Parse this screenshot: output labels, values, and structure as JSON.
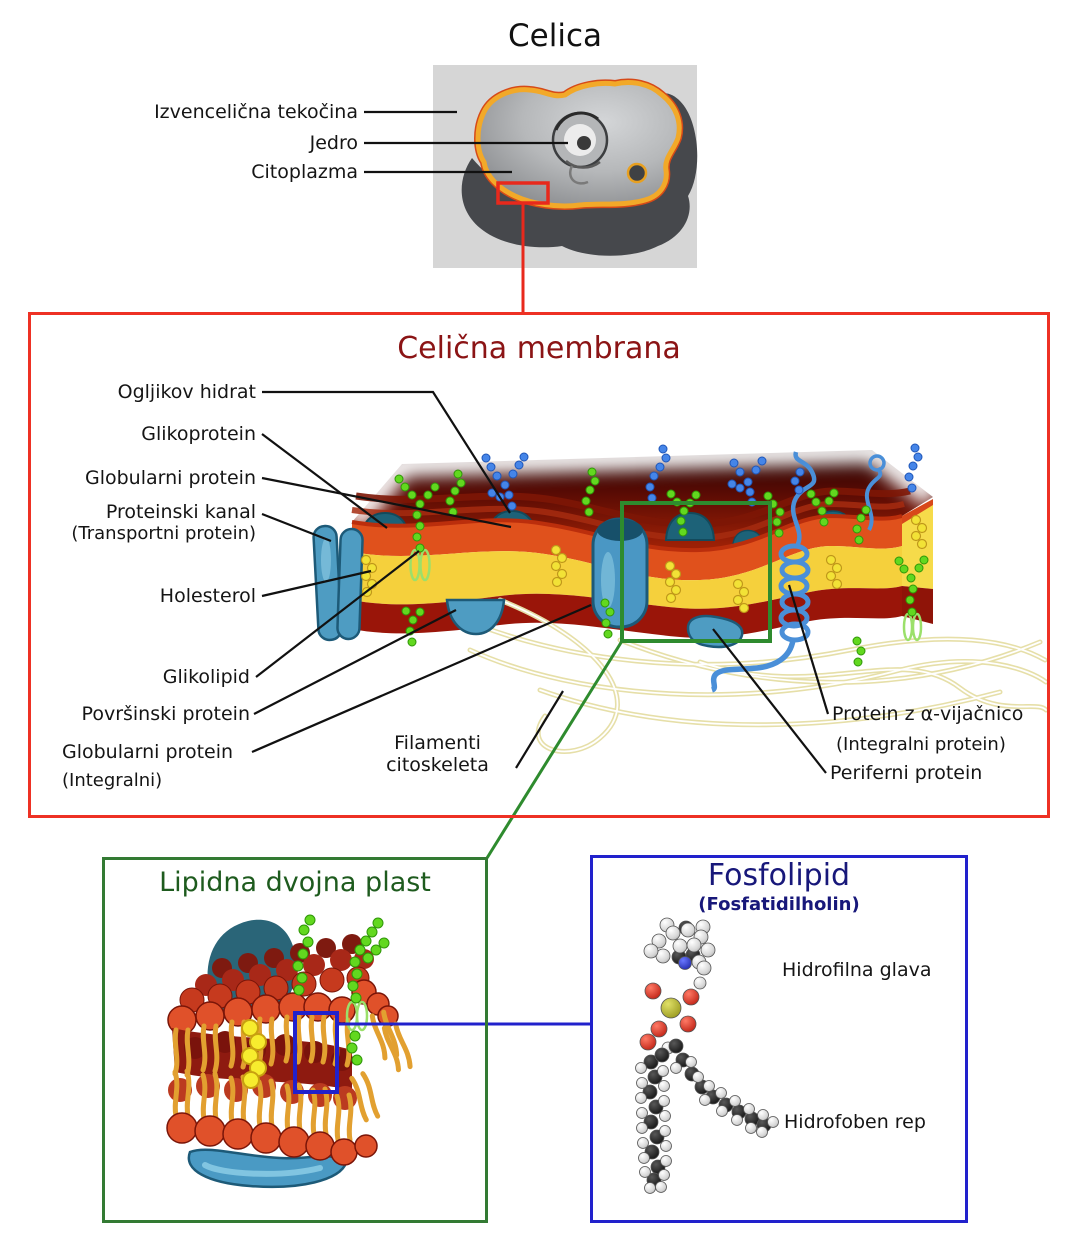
{
  "figure_title": "Celica",
  "cell": {
    "labels": {
      "extracellular_fluid": "Izvencelična tekočina",
      "nucleus": "Jedro",
      "cytoplasm": "Citoplazma"
    }
  },
  "membrane": {
    "title": "Celična membrana",
    "labels": {
      "carbohydrate": "Ogljikov hidrat",
      "glycoprotein": "Glikoprotein",
      "globular_protein": "Globularni protein",
      "protein_channel": "Proteinski kanal",
      "protein_channel_sub": "(Transportni protein)",
      "cholesterol": "Holesterol",
      "glycolipid": "Glikolipid",
      "surface_protein": "Površinski protein",
      "globular_protein_integral": "Globularni protein",
      "globular_protein_integral_sub": "(Integralni)",
      "cytoskeleton_filaments": "Filamenti citoskeleta",
      "alpha_helix_protein": "Protein z α-vijačnico",
      "alpha_helix_protein_sub": "(Integralni protein)",
      "peripheral_protein": "Periferni protein"
    }
  },
  "lipid_bilayer": {
    "title": "Lipidna dvojna plast"
  },
  "phospholipid": {
    "title": "Fosfolipid",
    "subtitle": "(Fosfatidilholin)",
    "labels": {
      "hydrophilic_head": "Hidrofilna glava",
      "hydrophobic_tail": "Hidrofoben rep"
    }
  },
  "colors": {
    "red_box_border": "#ee3124",
    "green_box_border": "#337a33",
    "blue_box_border": "#2121cc",
    "membrane_title": "#8b1415",
    "lipid_title": "#1e5b1e",
    "phospholipid_title": "#18187a"
  }
}
